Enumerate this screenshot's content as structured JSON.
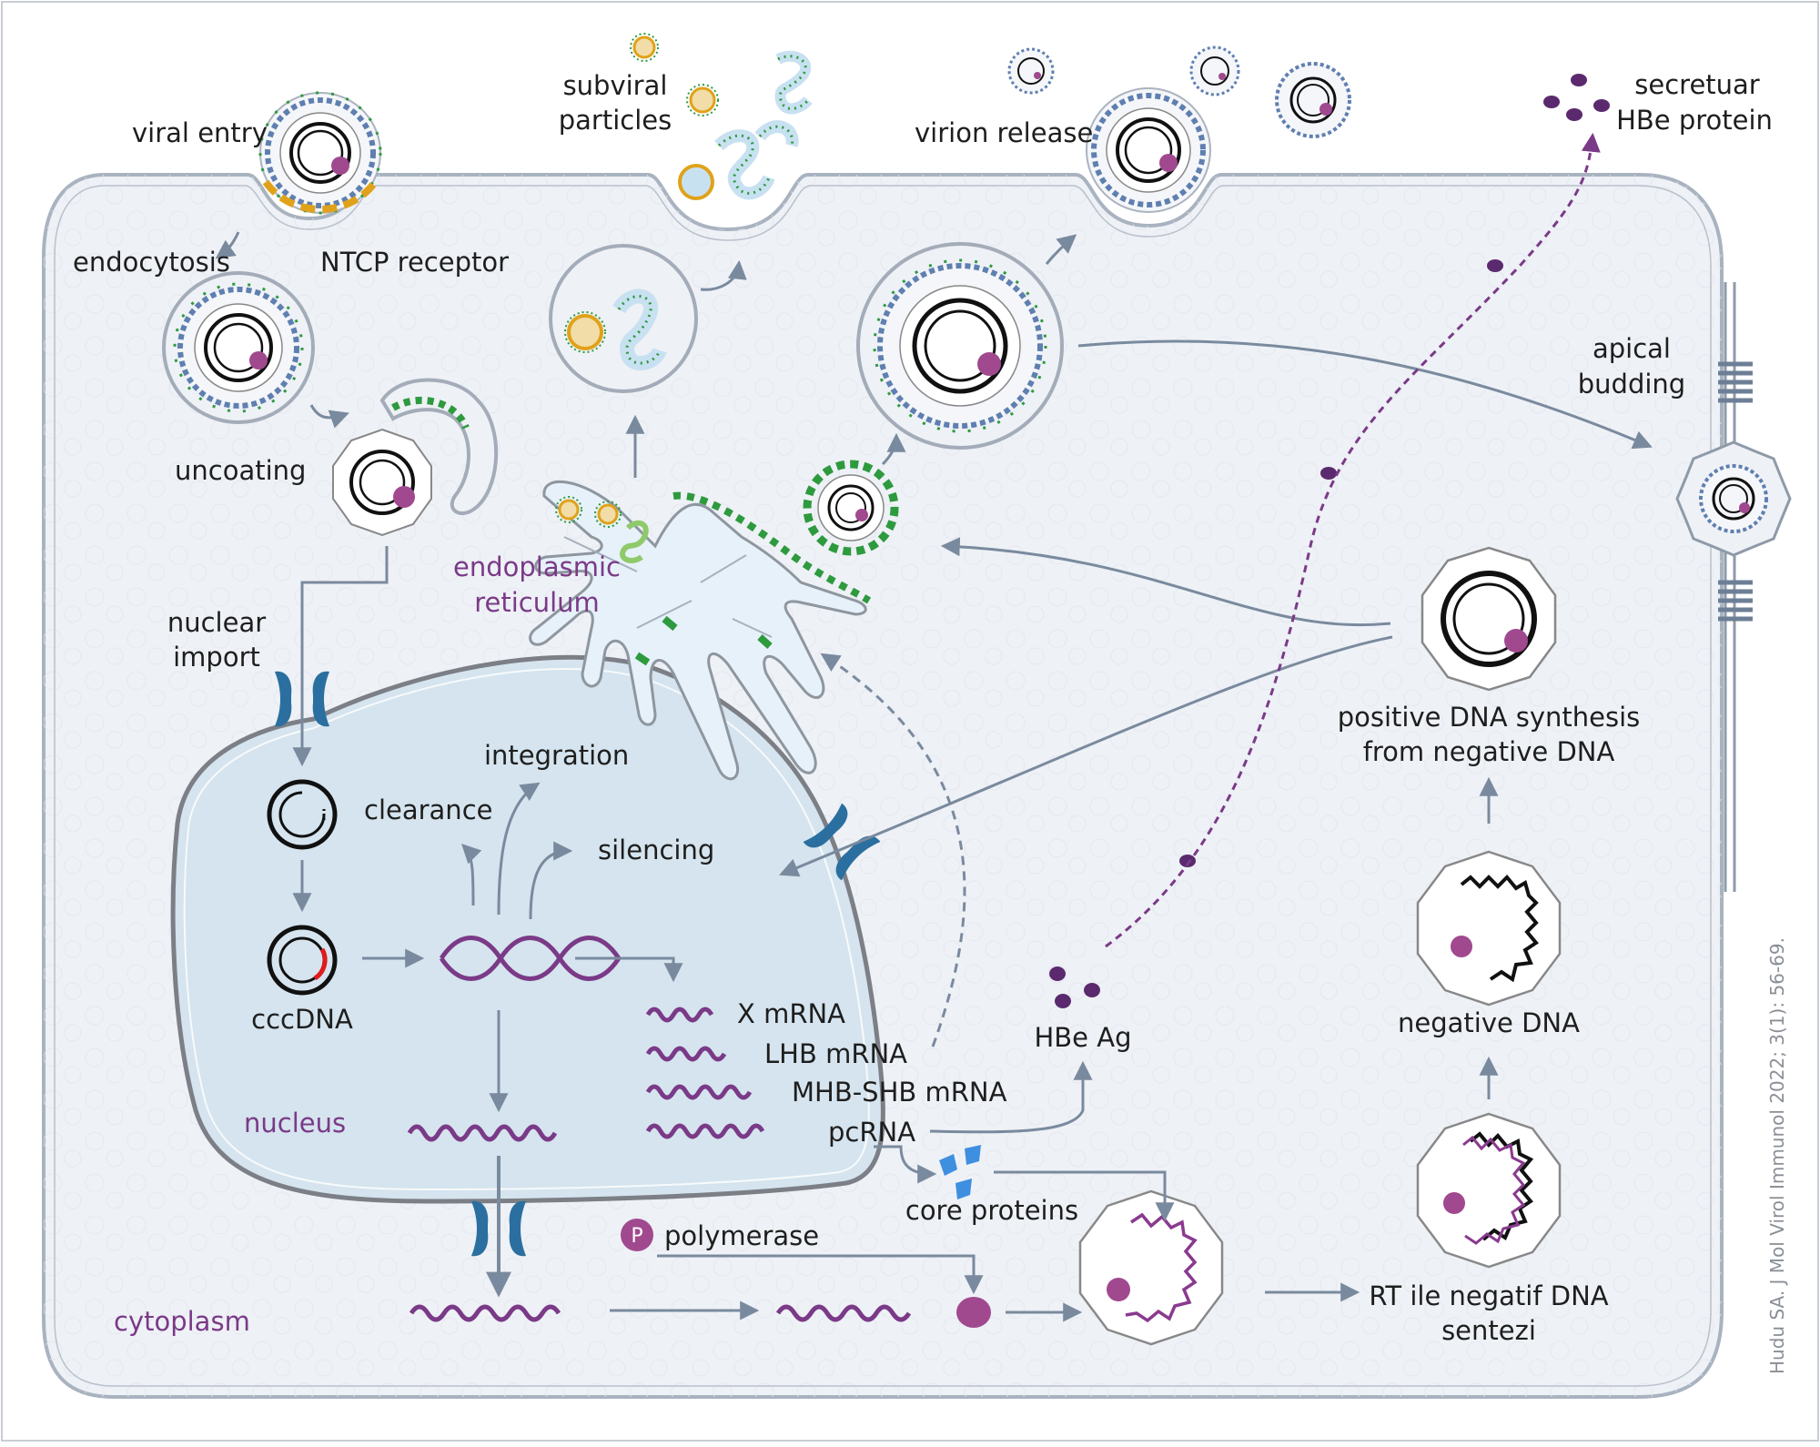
{
  "labels": {
    "viral_entry": "viral entry",
    "subviral_particles_1": "subviral",
    "subviral_particles_2": "particles",
    "virion_release": "virion release",
    "secretuar_hbe_1": "secretuar",
    "secretuar_hbe_2": "HBe protein",
    "endocytosis": "endocytosis",
    "ntcp_receptor": "NTCP receptor",
    "uncoating": "uncoating",
    "apical_budding_1": "apical",
    "apical_budding_2": "budding",
    "endoplasmic_reticulum_1": "endoplasmic",
    "endoplasmic_reticulum_2": "reticulum",
    "nuclear_import_1": "nuclear",
    "nuclear_import_2": "import",
    "integration": "integration",
    "clearance": "clearance",
    "silencing": "silencing",
    "cccdna": "cccDNA",
    "positive_dna_1": "positive DNA synthesis",
    "positive_dna_2": "from negative DNA",
    "negative_dna": "negative DNA",
    "x_mrna": "X mRNA",
    "lhb_mrna": "LHB mRNA",
    "mhb_shb_mrna": "MHB-SHB mRNA",
    "pcrna": "pcRNA",
    "hbe_ag": "HBe Ag",
    "nucleus": "nucleus",
    "core_proteins": "core proteins",
    "polymerase": "polymerase",
    "polymerase_badge": "P",
    "cytoplasm": "cytoplasm",
    "rt_negative_1": "RT ile negatif DNA",
    "rt_negative_2": "sentezi",
    "citation": "Hudu SA. J Mol Virol Immunol 2022; 3(1): 56-69."
  },
  "colors": {
    "cell_fill": "#eef1f6",
    "cell_stroke": "#a9b3c0",
    "nucleus_fill": "#d5e4ee",
    "nucleus_stroke": "#7c7f86",
    "er_fill": "#e6f1fa",
    "arrow": "#7a8a9e",
    "purple": "#7a3a87",
    "green": "#2e9a3e",
    "orange": "#e0a21a",
    "pore": "#2a6f9f",
    "red": "#e01b1b",
    "core_protein": "#3f8fe0"
  }
}
